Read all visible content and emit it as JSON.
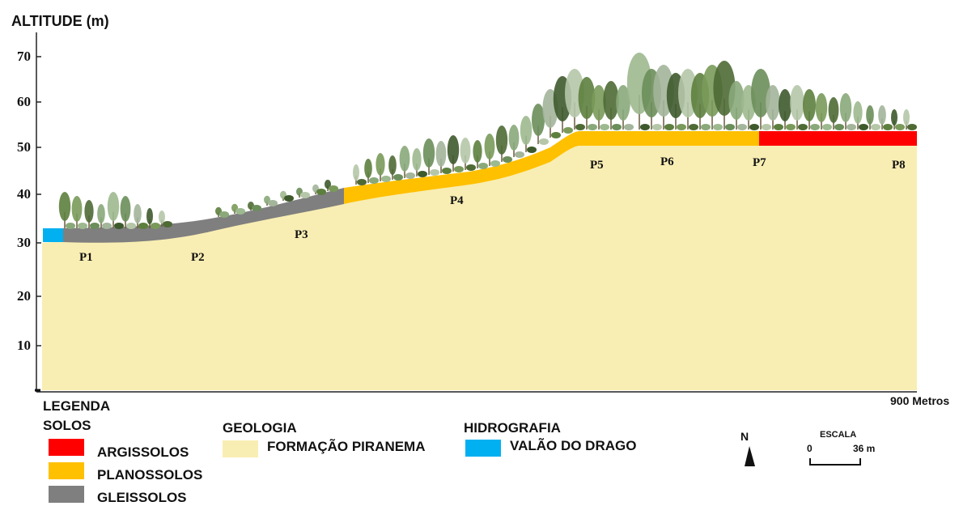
{
  "axis": {
    "title": "ALTITUDE (m)",
    "ticks": [
      70,
      60,
      50,
      40,
      30,
      20,
      10
    ],
    "end_label": "900 Metros"
  },
  "profile_points": [
    "P1",
    "P2",
    "P3",
    "P4",
    "P5",
    "P6",
    "P7",
    "P8"
  ],
  "legend": {
    "title": "LEGENDA",
    "soils": {
      "title": "SOLOS",
      "items": [
        {
          "label": "ARGISSOLOS",
          "color": "#ff0000"
        },
        {
          "label": "PLANOSSOLOS",
          "color": "#ffc000"
        },
        {
          "label": "GLEISSOLOS",
          "color": "#7f7f7f"
        }
      ]
    },
    "geology": {
      "title": "GEOLOGIA",
      "items": [
        {
          "label": "FORMAÇÃO PIRANEMA",
          "color": "#f8eeb3"
        }
      ]
    },
    "hydrography": {
      "title": "HIDROGRAFIA",
      "items": [
        {
          "label": "VALÃO DO DRAGO",
          "color": "#00b0f0"
        }
      ]
    }
  },
  "north": {
    "letter": "N"
  },
  "scale": {
    "title": "ESCALA",
    "start": "0",
    "end": "36 m"
  },
  "colors": {
    "geology": "#f8eeb3",
    "planossolos": "#ffc000",
    "argissolos": "#ff0000",
    "gleissolos": "#7f7f7f",
    "hydrography": "#00b0f0",
    "vegetation": "#6f8f5a"
  }
}
